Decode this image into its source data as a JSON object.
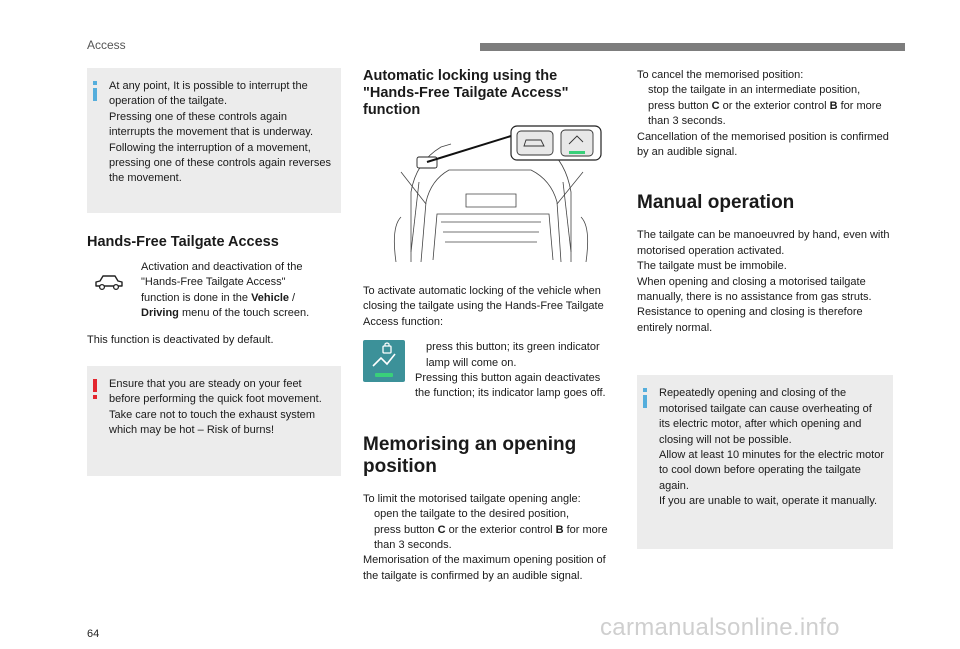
{
  "header": {
    "section_title": "Access"
  },
  "col1": {
    "note1_lines": [
      "At any point, It is possible to interrupt the operation of the tailgate.",
      "Pressing one of these controls again interrupts the movement that is underway.",
      "Following the interruption of a movement, pressing one of these controls again reverses the movement."
    ],
    "heading": "Hands-Free Tailgate Access",
    "activation_text_1": "Activation and deactivation of the \"Hands-Free Tailgate Access\" function is done in the ",
    "activation_bold_1": "Vehicle",
    "activation_text_2": " / ",
    "activation_bold_2": "Driving",
    "activation_text_3": " menu of the touch screen.",
    "default_text": "This function is deactivated by default.",
    "warning_lines": [
      "Ensure that you are steady on your feet before performing the quick foot movement.",
      "Take care not to touch the exhaust system which may be hot – Risk of burns!"
    ]
  },
  "col2": {
    "heading": "Automatic locking using the \"Hands-Free Tailgate Access\" function",
    "intro": "To activate automatic locking of the vehicle when closing the tailgate using the Hands-Free Tailgate Access function:",
    "bullet_char": "",
    "press_text": "press this button; its green indicator lamp will come on.",
    "press_again_text": "Pressing this button again deactivates the function; its indicator lamp goes off.",
    "heading2": "Memorising an opening position",
    "limit_intro": "To limit the motorised tailgate opening angle:",
    "bullet1": "open the tailgate to the desired position,",
    "bullet2_a": "press button ",
    "bullet2_b": "C",
    "bullet2_c": " or the exterior control ",
    "bullet2_d": "B",
    "bullet2_e": " for more than 3 seconds.",
    "confirm_text": "Memorisation of the maximum opening position of the tailgate is confirmed by an audible signal."
  },
  "col3": {
    "cancel_intro": "To cancel the memorised position:",
    "bullet1": "stop the tailgate in an intermediate position,",
    "bullet2_a": "press button ",
    "bullet2_b": "C",
    "bullet2_c": " or the exterior control ",
    "bullet2_d": "B",
    "bullet2_e": " for more than 3 seconds.",
    "cancel_confirm": "Cancellation of the memorised position is confirmed by an audible signal.",
    "heading": "Manual operation",
    "manual_lines": [
      "The tailgate can be manoeuvred by hand, even with motorised operation activated.",
      "The tailgate must be immobile.",
      "When opening and closing a motorised tailgate manually, there is no assistance from gas struts. Resistance to opening and closing is therefore entirely normal."
    ],
    "note_lines": [
      "Repeatedly opening and closing of the motorised tailgate can cause overheating of its electric motor, after which opening and closing will not be possible.",
      "Allow at least 10 minutes for the electric motor to cool down before operating the tailgate again.",
      "If you are unable to wait, operate it manually."
    ]
  },
  "footer": {
    "page_number": "64",
    "watermark": "carmanualsonline.info"
  },
  "colors": {
    "info": "#55aedc",
    "warning": "#e3262f",
    "button_teal": "#3c9199",
    "lamp_green": "#39d07a",
    "note_bg": "#ececec"
  }
}
